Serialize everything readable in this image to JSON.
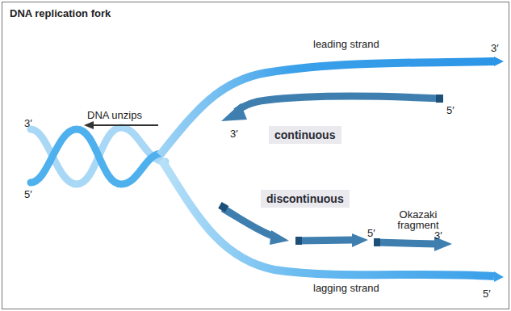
{
  "diagram": {
    "title": "DNA replication fork",
    "nodes": [
      {
        "text": [
          "continuous"
        ]
      },
      {
        "text": [
          "discontinuous"
        ]
      }
    ],
    "labels": [
      "leading strand",
      "3′",
      "5′",
      "3′",
      "DNA unzips",
      "3′",
      "5′",
      "Okazaki fragment",
      "5′",
      "3′",
      "lagging strand",
      "5′"
    ]
  }
}
